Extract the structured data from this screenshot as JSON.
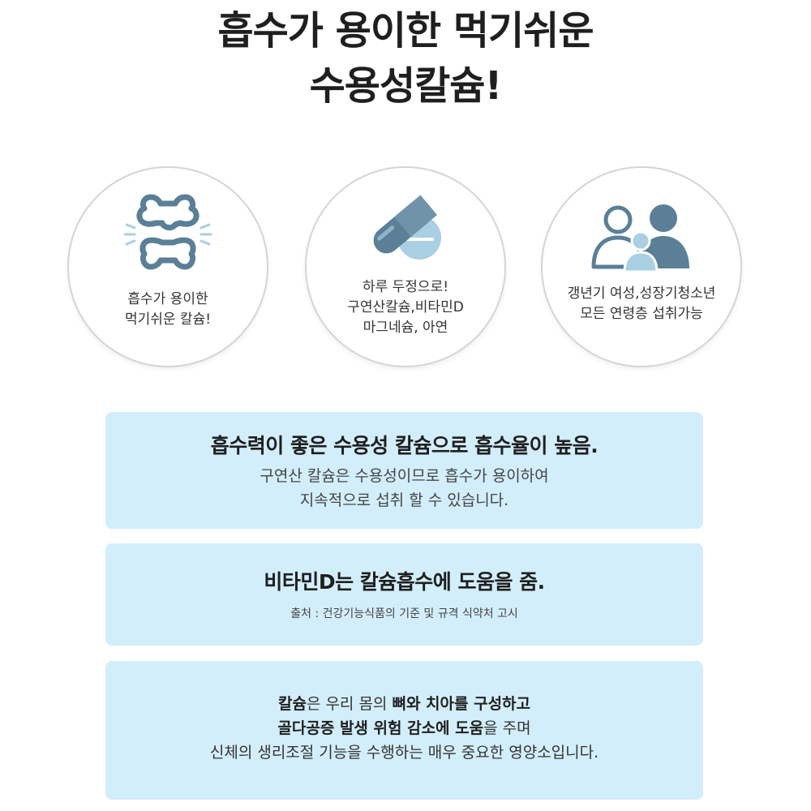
{
  "headline": {
    "line1": "흡수가 용이한 먹기쉬운",
    "line2": "수용성칼슘!"
  },
  "features": [
    {
      "icon": "joint-bone-icon",
      "lines": [
        "흡수가 용이한",
        "먹기쉬운 칼슘!"
      ]
    },
    {
      "icon": "pill-capsule-icon",
      "lines": [
        "하루 두정으로!",
        "구연산칼슘,비타민D",
        "마그네슘, 아연"
      ]
    },
    {
      "icon": "family-people-icon",
      "lines": [
        "갱년기 여성,성장기청소년",
        "모든 연령층 섭취가능"
      ]
    }
  ],
  "boxes": {
    "box1": {
      "title": "흡수력이 좋은 수용성 칼슘으로 흡수율이 높음.",
      "lines": [
        "구연산 칼슘은 수용성이므로 흡수가 용이하여",
        "지속적으로 섭취 할 수 있습니다."
      ]
    },
    "box2": {
      "title": "비타민D는 칼슘흡수에 도움을 줌.",
      "source": "출처 : 건강기능식품의 기준 및 규격 식약처 고시"
    },
    "box3": {
      "line1_bold": "칼슘",
      "line1_rest_a": "은 우리 몸의 ",
      "line1_bold2": "뼈와 치아를 구성하고",
      "line2_bold": "골다공증 발생 위험 감소에 도움",
      "line2_rest": "을 주며",
      "line3": "신체의 생리조절 기능을 수행하는 매우 중요한 영양소입니다."
    }
  },
  "colors": {
    "box_background": "#d3eefb",
    "icon_dark": "#5a7f97",
    "icon_light": "#a9cfe2",
    "circle_border": "#d5d5d5"
  }
}
